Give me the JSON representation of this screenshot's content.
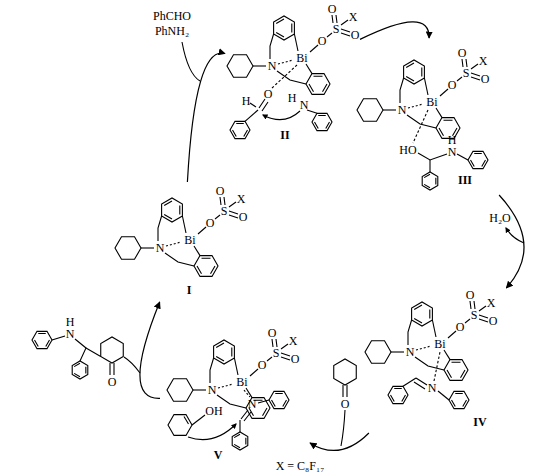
{
  "diagram": {
    "nodes": [
      {
        "text": [
          "I"
        ]
      },
      {
        "text": [
          "II"
        ]
      },
      {
        "text": [
          "III"
        ]
      },
      {
        "text": [
          "IV"
        ]
      },
      {
        "text": [
          "V"
        ]
      }
    ],
    "edges": [
      {
        "from": 0,
        "to": 1,
        "arrow": "to",
        "label": "PhCHO PhNH₂"
      },
      {
        "from": 1,
        "to": 2,
        "arrow": "to"
      },
      {
        "from": 2,
        "to": 3,
        "arrow": "to",
        "label": "H₂O"
      },
      {
        "from": 3,
        "to": 4,
        "arrow": "to"
      },
      {
        "from": 4,
        "to": 0,
        "arrow": "to"
      }
    ],
    "labels": [
      "N",
      "Bi",
      "O",
      "S",
      "O",
      "O",
      "X",
      "N",
      "Bi",
      "O",
      "S",
      "O",
      "O",
      "X",
      "H",
      "O",
      "H",
      "N",
      "N",
      "Bi",
      "O",
      "S",
      "O",
      "O",
      "X",
      "HO",
      "H",
      "N",
      "N",
      "Bi",
      "O",
      "S",
      "O",
      "O",
      "X",
      "N",
      "N",
      "Bi",
      "O",
      "S",
      "O",
      "O",
      "X",
      "OH",
      "N",
      "O",
      "H",
      "N",
      "O",
      "X = C₈F₁₇"
    ]
  }
}
